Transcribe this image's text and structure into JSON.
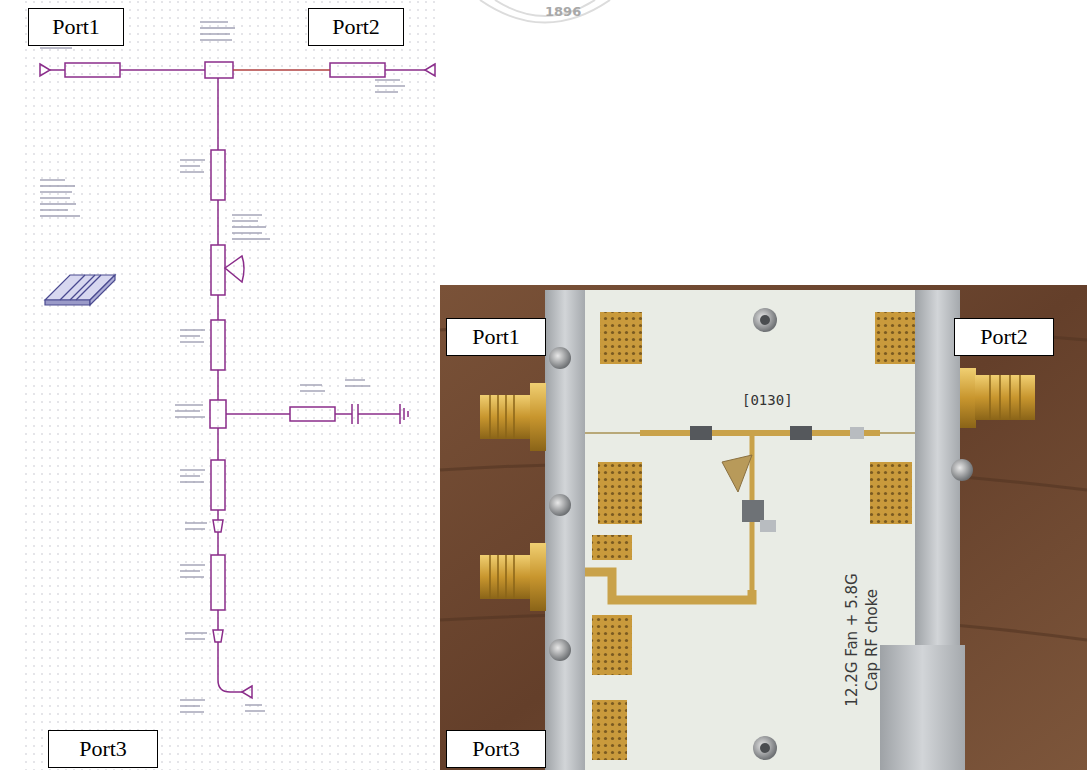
{
  "diagram": {
    "nodes": [
      {
        "text": [
          "Port1"
        ]
      },
      {
        "text": [
          "Port2"
        ]
      },
      {
        "text": [
          "Port3"
        ]
      },
      {
        "text": [
          "Port1"
        ]
      },
      {
        "text": [
          "Port2"
        ]
      },
      {
        "text": [
          "Port3"
        ]
      }
    ],
    "labels": [
      "1896",
      "[0130]",
      "12.2G Fan + 5.8G",
      "Cap RF choke"
    ]
  }
}
